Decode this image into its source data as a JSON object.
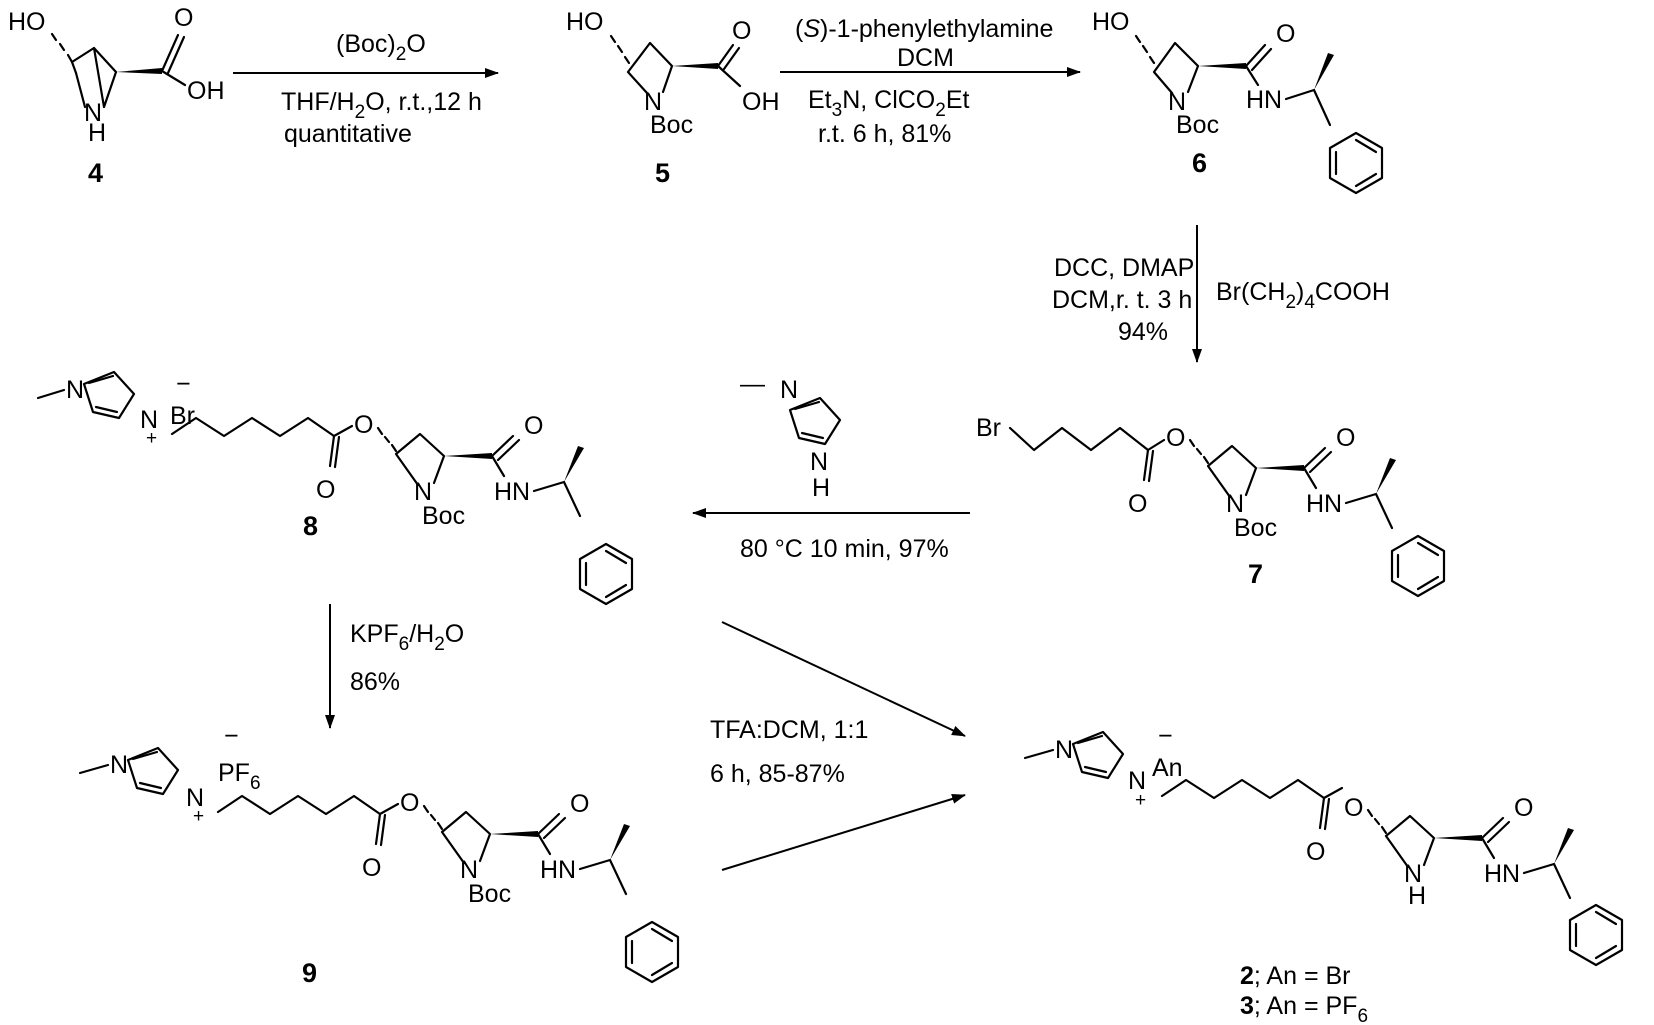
{
  "diagram": {
    "compounds": {
      "c4": {
        "number": "4"
      },
      "c5": {
        "number": "5"
      },
      "c6": {
        "number": "6"
      },
      "c7": {
        "number": "7"
      },
      "c8": {
        "number": "8"
      },
      "c9": {
        "number": "9"
      },
      "final": {
        "line1_num": "2",
        "line1_text": "; An = Br",
        "line2_num": "3",
        "line2_text": "; An = PF",
        "line2_sub": "6"
      }
    },
    "atoms": {
      "HO": "HO",
      "OH": "OH",
      "O": "O",
      "N": "N",
      "H": "H",
      "NH": "NH",
      "HN": "HN",
      "Boc": "Boc",
      "Br": "Br",
      "plus": "+",
      "minus": "−",
      "PF": "PF",
      "six": "6",
      "An": "An"
    },
    "steps": {
      "s1": {
        "reagent_main": "(Boc)",
        "reagent_sub": "2",
        "reagent_end": "O",
        "cond_a": "THF/H",
        "cond_sub": "2",
        "cond_b": "O, r.t.,12 h",
        "yield": "quantitative"
      },
      "s2": {
        "line1_a": "(",
        "line1_s": "S",
        "line1_b": ")-1-phenylethylamine",
        "line2": "DCM",
        "line3_a": "Et",
        "line3_sub": "3",
        "line3_b": "N, ClCO",
        "line3_sub2": "2",
        "line3_c": "Et",
        "line4": "r.t. 6 h, 81%"
      },
      "s3": {
        "left1": "DCC, DMAP",
        "left2": "DCM,r. t. 3 h",
        "left3": "94%",
        "right_a": "Br(CH",
        "right_sub": "2",
        "right_b": ")",
        "right_sub2": "4",
        "right_c": "COOH"
      },
      "s4": {
        "cond": "80 °C 10 min, 97%"
      },
      "s5": {
        "a": "KPF",
        "sub": "6",
        "b": "/H",
        "sub2": "2",
        "c": "O",
        "yield": "86%"
      },
      "s6": {
        "cond1": "TFA:DCM, 1:1",
        "cond2": "6 h, 85-87%"
      }
    }
  }
}
